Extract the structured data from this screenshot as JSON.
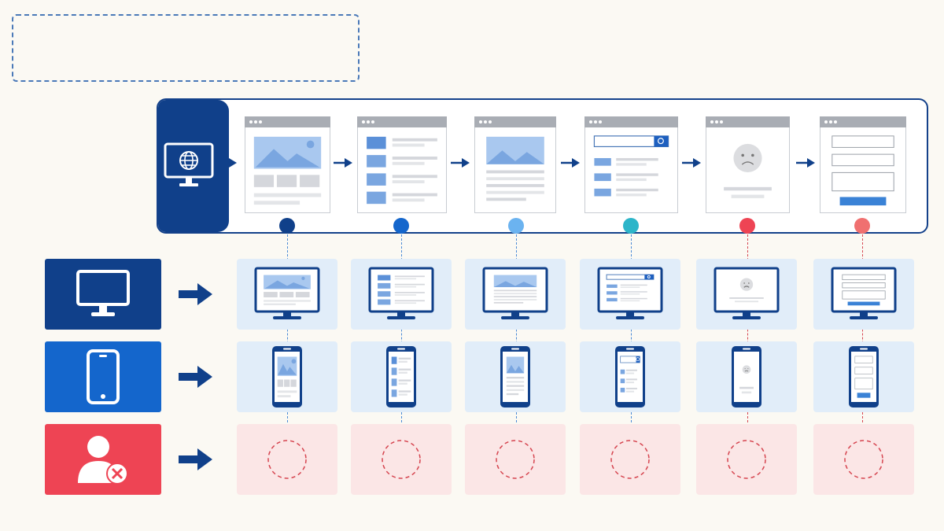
{
  "title_placeholder": "",
  "colors": {
    "background": "#fbf9f3",
    "navy": "#10408a",
    "blue": "#1466cc",
    "red": "#ee4454",
    "cell_blue": "#e1edf9",
    "cell_pink": "#fbe6e6",
    "dashed_red": "#d64550"
  },
  "web_row": {
    "icon": "globe-monitor-icon"
  },
  "rows": [
    {
      "id": "desktop",
      "icon": "desktop-monitor-icon",
      "color": "#10408a"
    },
    {
      "id": "mobile",
      "icon": "smartphone-icon",
      "color": "#1466cc"
    },
    {
      "id": "no-user",
      "icon": "user-blocked-icon",
      "color": "#ee4454"
    }
  ],
  "steps": [
    {
      "page": "landing-page",
      "dot_color": "#10408a"
    },
    {
      "page": "list-page",
      "dot_color": "#1466cc"
    },
    {
      "page": "article-page",
      "dot_color": "#6bb3f0"
    },
    {
      "page": "search-page",
      "dot_color": "#2cb5c9"
    },
    {
      "page": "error-page",
      "dot_color": "#ee4454"
    },
    {
      "page": "form-page",
      "dot_color": "#f07070"
    }
  ]
}
